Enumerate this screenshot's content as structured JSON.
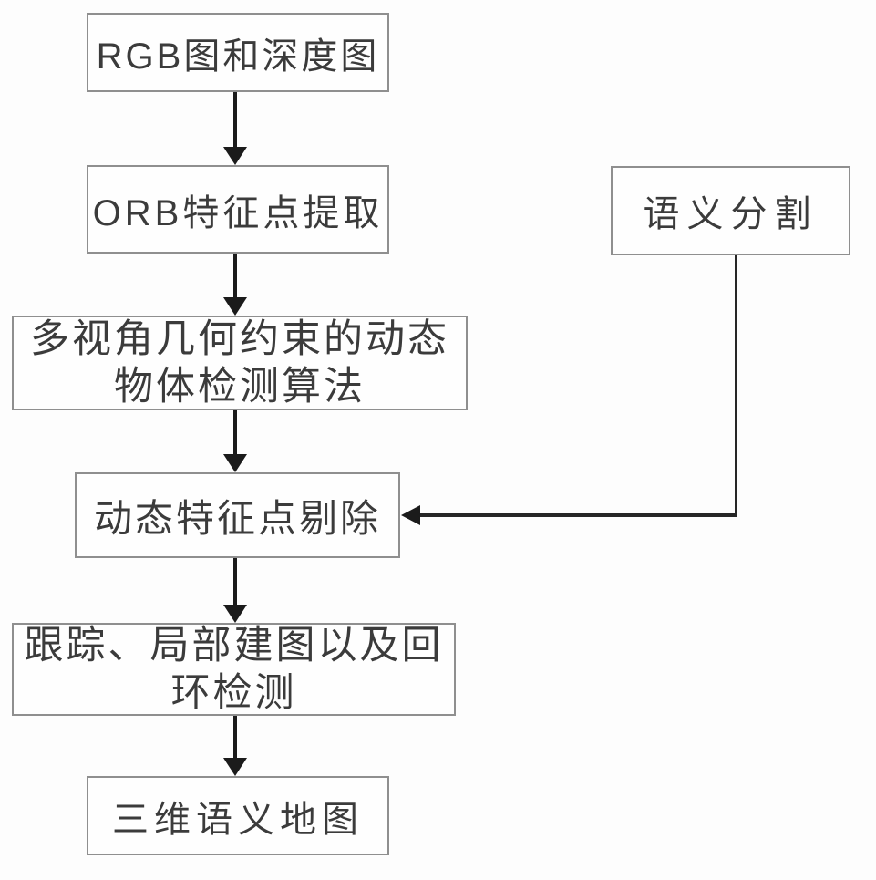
{
  "diagram": {
    "type": "flowchart",
    "colors": {
      "background": "#fdfdfd",
      "box_border": "#8f8f8f",
      "box_fill": "#fefefe",
      "text": "#3b3b3b",
      "arrow": "#1b1b1b"
    },
    "nodes": {
      "rgb_depth": {
        "lines": [
          "RGB图和深度图"
        ]
      },
      "orb": {
        "lines": [
          "ORB特征点提取"
        ]
      },
      "multiview": {
        "lines": [
          "多视角几何约束的动态",
          "物体检测算法"
        ]
      },
      "dynamic_removal": {
        "lines": [
          "动态特征点剔除"
        ]
      },
      "tracking": {
        "lines": [
          "跟踪、局部建图以及回",
          "环检测"
        ]
      },
      "semantic_map": {
        "lines": [
          "三维语义地图"
        ]
      },
      "semantic_seg": {
        "lines": [
          "语义分割"
        ]
      }
    },
    "edges": [
      {
        "from": "rgb_depth",
        "to": "orb",
        "style": "straight-down"
      },
      {
        "from": "orb",
        "to": "multiview",
        "style": "straight-down"
      },
      {
        "from": "multiview",
        "to": "dynamic_removal",
        "style": "straight-down"
      },
      {
        "from": "dynamic_removal",
        "to": "tracking",
        "style": "straight-down"
      },
      {
        "from": "tracking",
        "to": "semantic_map",
        "style": "straight-down"
      },
      {
        "from": "semantic_seg",
        "to": "dynamic_removal",
        "style": "elbow-left"
      }
    ]
  }
}
